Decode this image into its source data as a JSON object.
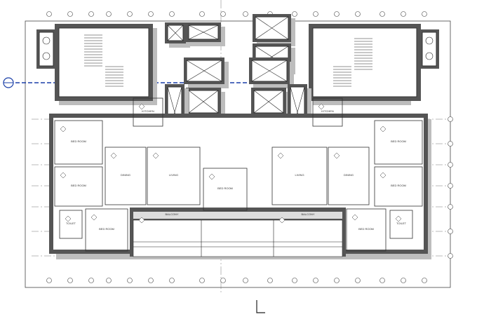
{
  "drawing": {
    "view": "floor-plan",
    "colors": {
      "section_line": "#1a3fa8",
      "walls": "#555555",
      "shadow": "#bdbdbd"
    },
    "rooms": [
      {
        "id": "bed-left-1",
        "label": "BED ROOM"
      },
      {
        "id": "bed-left-2",
        "label": "BED ROOM"
      },
      {
        "id": "bed-left-3",
        "label": "BED ROOM"
      },
      {
        "id": "kitchen-left",
        "label": "KITCHEN"
      },
      {
        "id": "dining-left",
        "label": "DINING"
      },
      {
        "id": "living-left",
        "label": "LIVING"
      },
      {
        "id": "bed-center",
        "label": "BED ROOM"
      },
      {
        "id": "living-right",
        "label": "LIVING"
      },
      {
        "id": "dining-right",
        "label": "DINING"
      },
      {
        "id": "kitchen-right",
        "label": "KITCHEN"
      },
      {
        "id": "bed-right-1",
        "label": "BED ROOM"
      },
      {
        "id": "bed-right-2",
        "label": "BED ROOM"
      },
      {
        "id": "bed-right-3",
        "label": "BED ROOM"
      },
      {
        "id": "balcony-left",
        "label": "BALCONY"
      },
      {
        "id": "balcony-right",
        "label": "BALCONY"
      },
      {
        "id": "toilet-left",
        "label": "TOILET"
      },
      {
        "id": "toilet-right",
        "label": "TOILET"
      }
    ]
  }
}
